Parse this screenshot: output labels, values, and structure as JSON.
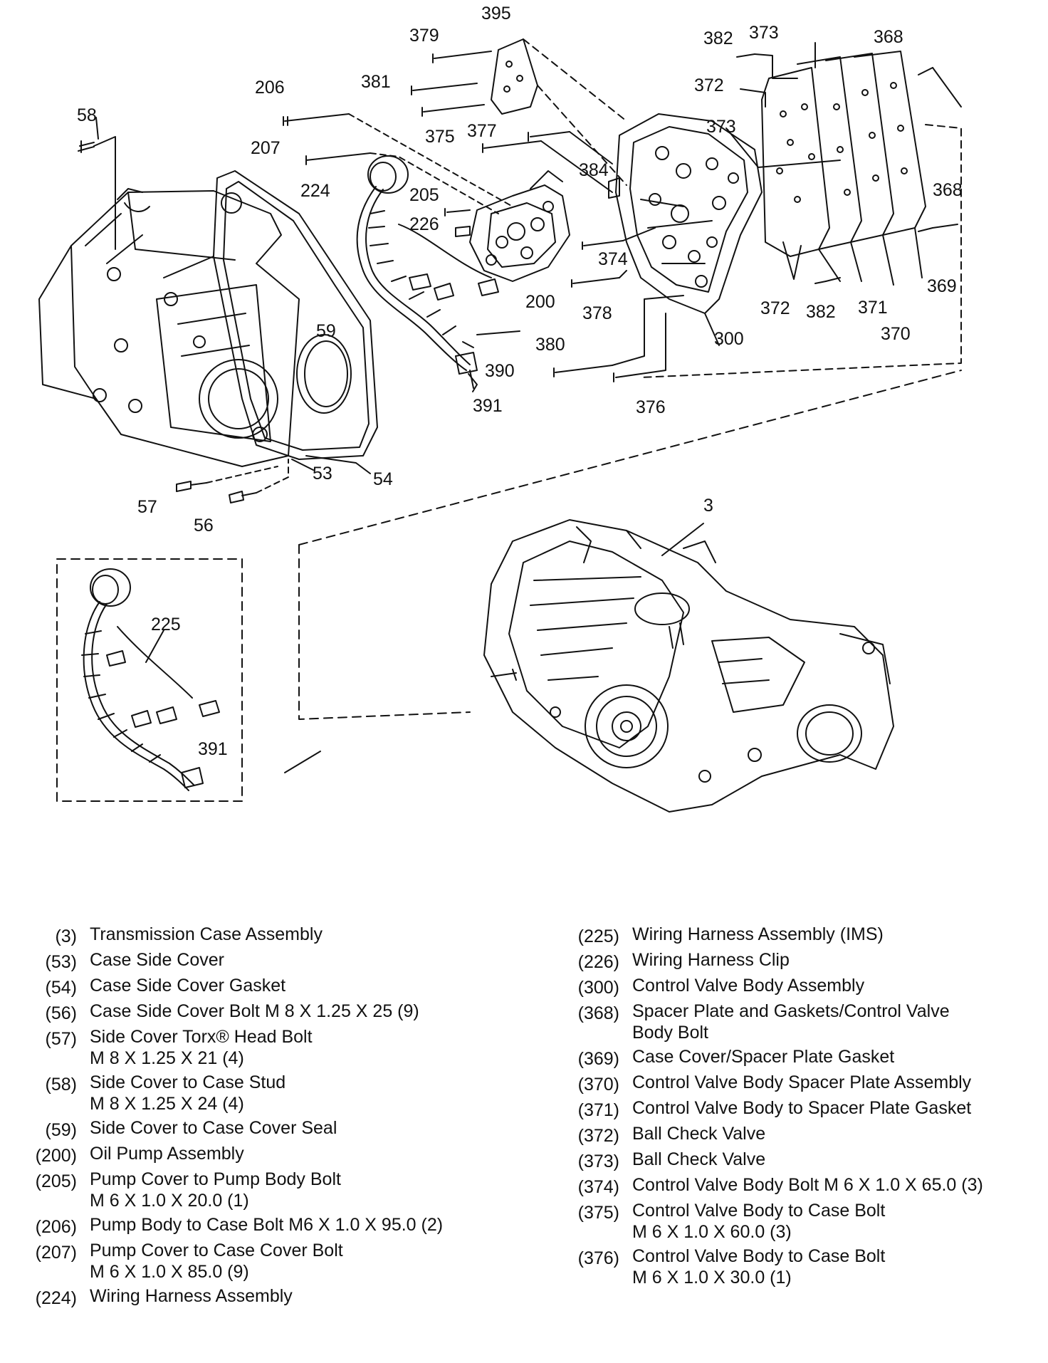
{
  "callouts": {
    "c3": "3",
    "c53": "53",
    "c54": "54",
    "c56": "56",
    "c57": "57",
    "c58": "58",
    "c59": "59",
    "c200": "200",
    "c205": "205",
    "c206": "206",
    "c207": "207",
    "c224": "224",
    "c225": "225",
    "c226": "226",
    "c300": "300",
    "c368a": "368",
    "c368b": "368",
    "c369": "369",
    "c370": "370",
    "c371": "371",
    "c372a": "372",
    "c372b": "372",
    "c373a": "373",
    "c373b": "373",
    "c374": "374",
    "c375": "375",
    "c376": "376",
    "c377": "377",
    "c378": "378",
    "c379": "379",
    "c380": "380",
    "c381": "381",
    "c382a": "382",
    "c382b": "382",
    "c384": "384",
    "c390": "390",
    "c391a": "391",
    "c391b": "391",
    "c395": "395"
  },
  "legend": {
    "left": [
      {
        "num": "(3)",
        "lines": [
          "Transmission Case Assembly"
        ]
      },
      {
        "num": "(53)",
        "lines": [
          "Case Side Cover"
        ]
      },
      {
        "num": "(54)",
        "lines": [
          "Case Side Cover Gasket"
        ]
      },
      {
        "num": "(56)",
        "lines": [
          "Case Side Cover Bolt M 8 X 1.25 X 25 (9)"
        ]
      },
      {
        "num": "(57)",
        "lines": [
          "Side Cover Torx® Head Bolt",
          "M 8 X 1.25 X 21 (4)"
        ]
      },
      {
        "num": "(58)",
        "lines": [
          "Side Cover to Case Stud",
          "M 8 X 1.25 X 24 (4)"
        ]
      },
      {
        "num": "(59)",
        "lines": [
          "Side Cover to Case Cover Seal"
        ]
      },
      {
        "num": "(200)",
        "lines": [
          "Oil Pump Assembly"
        ]
      },
      {
        "num": "(205)",
        "lines": [
          "Pump Cover to Pump Body Bolt",
          "M 6 X 1.0 X 20.0 (1)"
        ]
      },
      {
        "num": "(206)",
        "lines": [
          "Pump Body to Case Bolt M6 X 1.0 X 95.0 (2)"
        ]
      },
      {
        "num": "(207)",
        "lines": [
          "Pump Cover to Case Cover Bolt",
          "M 6 X 1.0 X 85.0 (9)"
        ]
      },
      {
        "num": "(224)",
        "lines": [
          "Wiring Harness Assembly"
        ]
      }
    ],
    "right": [
      {
        "num": "(225)",
        "lines": [
          "Wiring Harness Assembly (IMS)"
        ]
      },
      {
        "num": "(226)",
        "lines": [
          "Wiring Harness Clip"
        ]
      },
      {
        "num": "(300)",
        "lines": [
          "Control Valve Body Assembly"
        ]
      },
      {
        "num": "(368)",
        "lines": [
          "Spacer Plate and Gaskets/Control Valve",
          "Body Bolt"
        ]
      },
      {
        "num": "(369)",
        "lines": [
          "Case Cover/Spacer Plate Gasket"
        ]
      },
      {
        "num": "(370)",
        "lines": [
          "Control Valve Body Spacer Plate Assembly"
        ]
      },
      {
        "num": "(371)",
        "lines": [
          "Control Valve Body to Spacer Plate Gasket"
        ]
      },
      {
        "num": "(372)",
        "lines": [
          "Ball Check Valve"
        ]
      },
      {
        "num": "(373)",
        "lines": [
          "Ball Check Valve"
        ]
      },
      {
        "num": "(374)",
        "lines": [
          "Control Valve Body Bolt M 6 X 1.0 X 65.0 (3)"
        ]
      },
      {
        "num": "(375)",
        "lines": [
          "Control Valve Body to Case Bolt",
          "M 6 X 1.0 X 60.0 (3)"
        ]
      },
      {
        "num": "(376)",
        "lines": [
          "Control Valve Body to Case Bolt",
          "M 6 X 1.0 X 30.0 (1)"
        ]
      }
    ]
  }
}
